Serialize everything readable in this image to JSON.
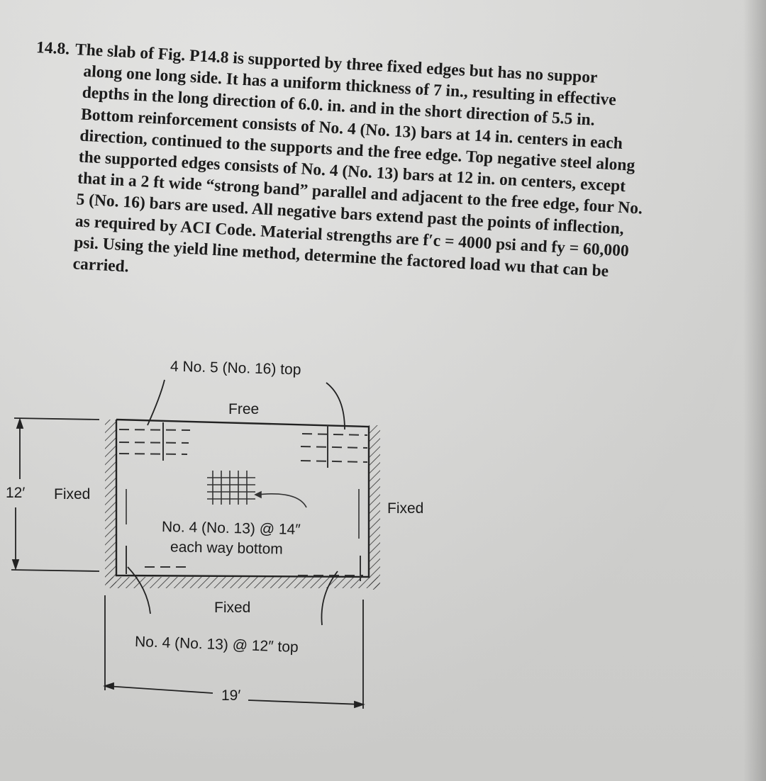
{
  "problem": {
    "number": "14.8.",
    "lines": [
      "The slab of Fig. P14.8 is supported by three fixed edges but has no suppor",
      "along one long side. It has a uniform thickness of 7 in., resulting in effective",
      "depths in the long direction of 6.0. in. and in the short direction of 5.5 in.",
      "Bottom reinforcement consists of No. 4 (No. 13) bars at 14 in. centers in each",
      "direction, continued to the supports and the free edge. Top negative steel along",
      "the supported edges consists of No. 4 (No. 13) bars at 12 in. on centers, except",
      "that in a 2 ft wide “strong band” parallel and adjacent to the free edge, four No.",
      "5 (No. 16) bars are used. All negative bars extend past the points of inflection,",
      "as required by ACI Code. Material strengths are f′c = 4000 psi and fy = 60,000",
      "psi. Using the yield line method, determine the factored load wu that can be",
      "carried."
    ]
  },
  "figure": {
    "top_bars_label": "4 No. 5 (No. 16) top",
    "edge_top": "Free",
    "edge_left": "Fixed",
    "edge_right": "Fixed",
    "edge_bottom": "Fixed",
    "dim_height": "12′",
    "dim_width": "19′",
    "bottom_bars_label": "No. 4 (No. 13) @ 14″",
    "bottom_bars_label_2": "each way bottom",
    "top_neg_label": "No. 4 (No. 13) @ 12″ top"
  }
}
